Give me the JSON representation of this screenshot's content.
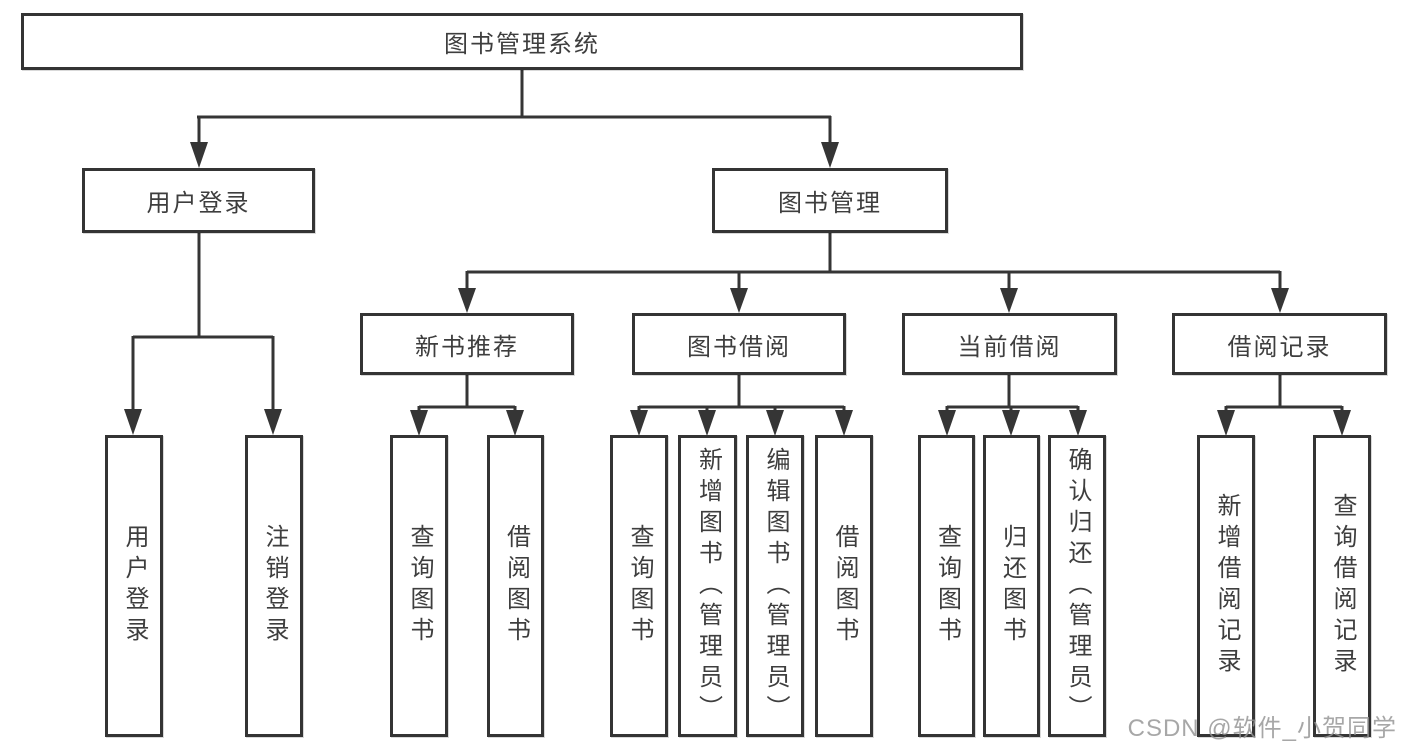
{
  "colors": {
    "line": "#353535",
    "border": "#343434",
    "text": "#3e3e3e",
    "background": "#ffffff",
    "watermark": "#949494"
  },
  "tree": {
    "root": {
      "label": "图书管理系统"
    },
    "branches": [
      {
        "label": "用户登录",
        "children": [
          {
            "label": "用户登录"
          },
          {
            "label": "注销登录"
          }
        ]
      },
      {
        "label": "图书管理",
        "children": [
          {
            "label": "新书推荐",
            "children": [
              {
                "label": "查询图书"
              },
              {
                "label": "借阅图书"
              }
            ]
          },
          {
            "label": "图书借阅",
            "children": [
              {
                "label": "查询图书"
              },
              {
                "label": "新增图书（管理员）"
              },
              {
                "label": "编辑图书（管理员）"
              },
              {
                "label": "借阅图书"
              }
            ]
          },
          {
            "label": "当前借阅",
            "children": [
              {
                "label": "查询图书"
              },
              {
                "label": "归还图书"
              },
              {
                "label": "确认归还（管理员）"
              }
            ]
          },
          {
            "label": "借阅记录",
            "children": [
              {
                "label": "新增借阅记录"
              },
              {
                "label": "查询借阅记录"
              }
            ]
          }
        ]
      }
    ]
  },
  "watermark": {
    "text": "CSDN @软件_小贺同学"
  }
}
